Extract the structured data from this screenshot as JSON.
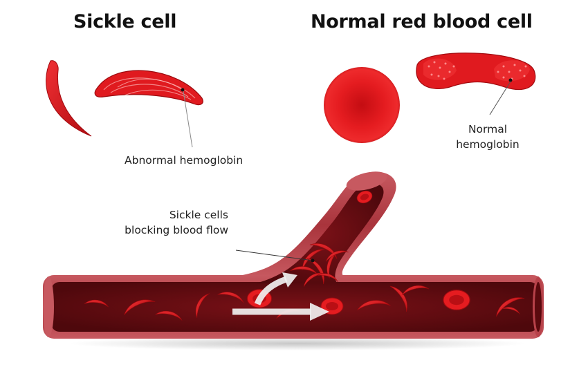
{
  "titles": {
    "sickle": "Sickle cell",
    "normal": "Normal red blood cell"
  },
  "labels": {
    "abnormal_hemoglobin": "Abnormal hemoglobin",
    "normal_hemoglobin_line1": "Normal",
    "normal_hemoglobin_line2": "hemoglobin",
    "blocking_line1": "Sickle cells",
    "blocking_line2": "blocking blood flow"
  },
  "colors": {
    "cell_red": "#e0161b",
    "cell_dark": "#a50c10",
    "vessel_outer": "#b8424a",
    "vessel_lumen": "#6e0f14",
    "arrow": "#f2f2f2"
  }
}
